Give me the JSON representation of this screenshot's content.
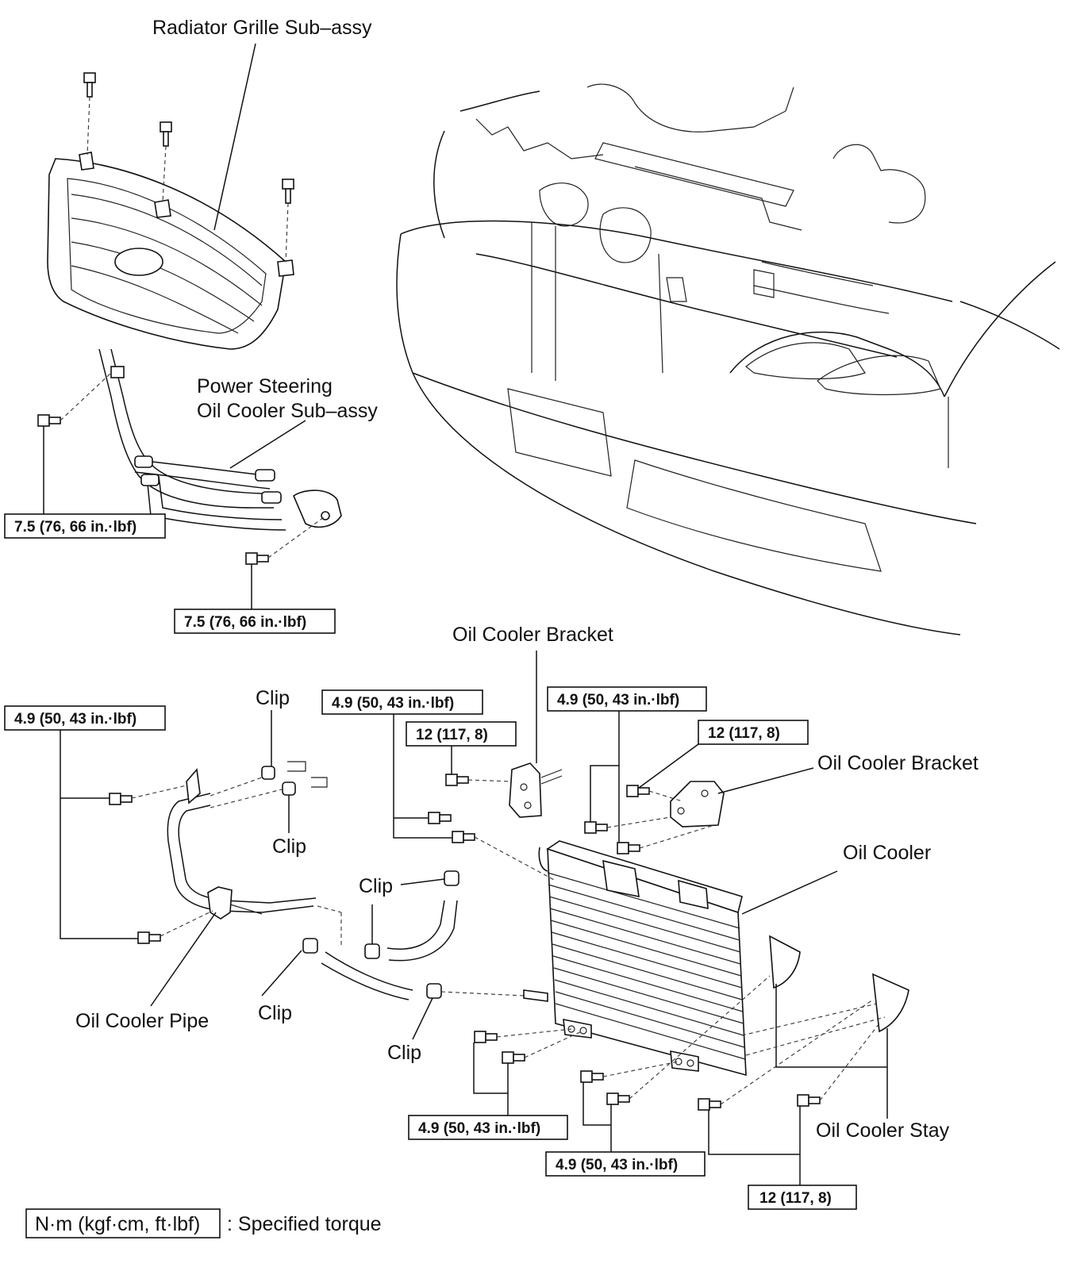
{
  "labels": {
    "radiator_grille": "Radiator Grille Sub–assy",
    "ps_cooler_line1": "Power Steering",
    "ps_cooler_line2": "Oil Cooler Sub–assy",
    "oil_cooler_bracket_1": "Oil Cooler Bracket",
    "oil_cooler_bracket_2": "Oil Cooler Bracket",
    "oil_cooler": "Oil Cooler",
    "oil_cooler_pipe": "Oil Cooler Pipe",
    "oil_cooler_stay": "Oil Cooler Stay",
    "clip_1": "Clip",
    "clip_2": "Clip",
    "clip_3": "Clip",
    "clip_4": "Clip",
    "clip_5": "Clip"
  },
  "torque": {
    "t1": "7.5 (76, 66 in.·lbf)",
    "t2": "7.5 (76, 66 in.·lbf)",
    "t3": "4.9 (50, 43 in.·lbf)",
    "t4": "4.9 (50, 43 in.·lbf)",
    "t5": "12 (117, 8)",
    "t6": "4.9 (50, 43 in.·lbf)",
    "t7": "12 (117, 8)",
    "t8": "4.9 (50, 43 in.·lbf)",
    "t9": "4.9 (50, 43 in.·lbf)",
    "t10": "12 (117, 8)"
  },
  "legend": {
    "unit": "N·m (kgf·cm, ft·lbf)",
    "meaning": ": Specified torque"
  }
}
